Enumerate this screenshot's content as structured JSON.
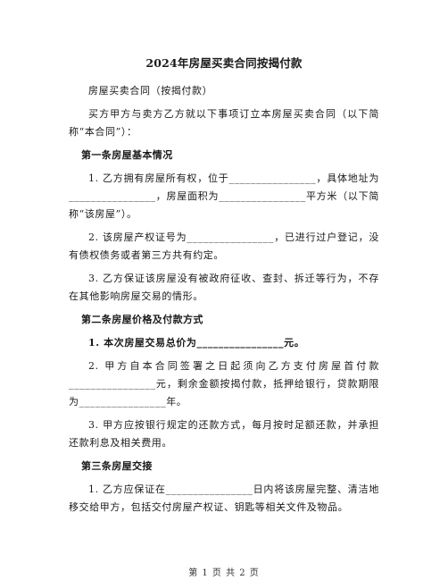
{
  "document": {
    "title": "2024年房屋买卖合同按揭付款",
    "paragraphs": [
      {
        "type": "text",
        "text": "房屋买卖合同（按揭付款）"
      },
      {
        "type": "text",
        "text": "买方甲方与卖方乙方就以下事项订立本房屋买卖合同（以下简称“本合同”）："
      },
      {
        "type": "heading",
        "text": "第一条房屋基本情况"
      },
      {
        "type": "text",
        "text": "1. 乙方拥有房屋所有权，位于________________，具体地址为________________，房屋面积为________________平方米（以下简称“该房屋”）。"
      },
      {
        "type": "text",
        "text": "2. 该房屋产权证号为________________，已进行过户登记，没有债权债务或者第三方共有约定。"
      },
      {
        "type": "text",
        "text": "3. 乙方保证该房屋没有被政府征收、查封、拆迁等行为，不存在其他影响房屋交易的情形。"
      },
      {
        "type": "heading",
        "text": "第二条房屋价格及付款方式"
      },
      {
        "type": "bold",
        "text": "1. 本次房屋交易总价为________________元。"
      },
      {
        "type": "text",
        "text": "2. 甲方自本合同签署之日起须向乙方支付房屋首付款________________元，剩余金额按揭付款，抵押给银行，贷款期限为________________年。"
      },
      {
        "type": "text",
        "text": "3. 甲方应按银行规定的还款方式，每月按时足额还款，并承担还款利息及相关费用。"
      },
      {
        "type": "heading",
        "text": "第三条房屋交接"
      },
      {
        "type": "text",
        "text": "1. 乙方应保证在________________日内将该房屋完整、清洁地移交给甲方，包括交付房屋产权证、钥匙等相关文件及物品。"
      }
    ]
  },
  "footer": {
    "page_label": "第 1 页 共 2 页"
  }
}
